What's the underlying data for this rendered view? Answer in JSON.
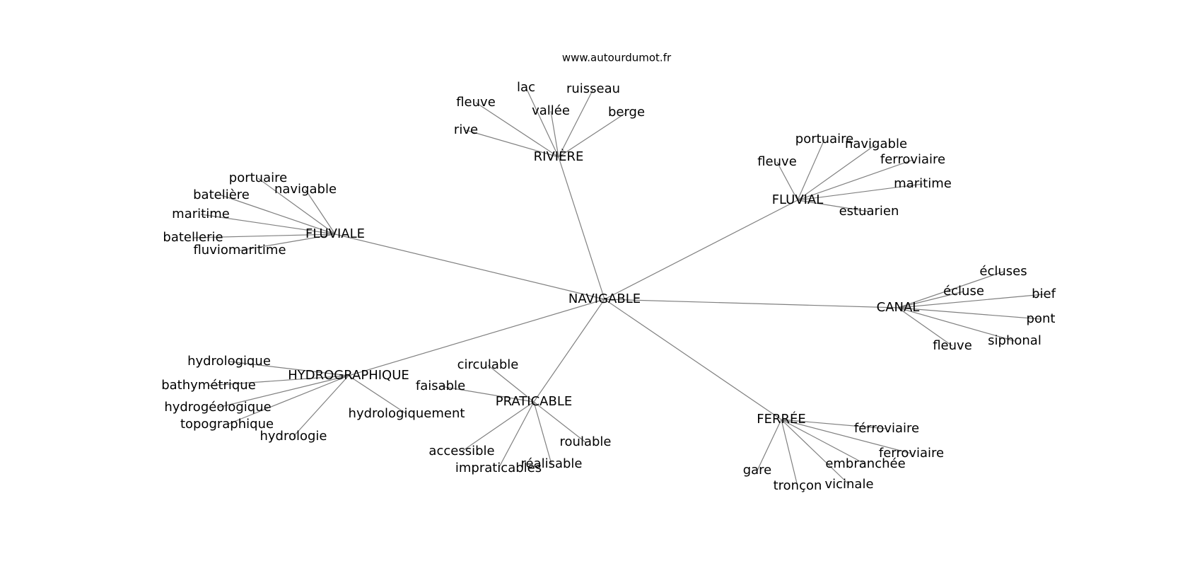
{
  "site": "www.autourdumot.fr",
  "colors": {
    "edge": "#808080",
    "text": "#000000",
    "background": "#ffffff"
  },
  "graph": {
    "center": "NAVIGABLE",
    "hubs": [
      {
        "label": "RIVIÈRE",
        "leaves": [
          "lac",
          "ruisseau",
          "fleuve",
          "vallée",
          "berge",
          "rive"
        ]
      },
      {
        "label": "FLUVIAL",
        "leaves": [
          "portuaire",
          "navigable",
          "fleuve",
          "ferroviaire",
          "maritime",
          "estuarien"
        ]
      },
      {
        "label": "FLUVIALE",
        "leaves": [
          "portuaire",
          "navigable",
          "batelière",
          "maritime",
          "batellerie",
          "fluviomaritime"
        ]
      },
      {
        "label": "CANAL",
        "leaves": [
          "écluses",
          "écluse",
          "bief",
          "pont",
          "siphonal",
          "fleuve"
        ]
      },
      {
        "label": "HYDROGRAPHIQUE",
        "leaves": [
          "hydrologique",
          "bathymétrique",
          "hydrogéologique",
          "topographique",
          "hydrologie",
          "hydrologiquement"
        ]
      },
      {
        "label": "PRATICABLE",
        "leaves": [
          "circulable",
          "faisable",
          "roulable",
          "accessible",
          "réalisable",
          "impraticables"
        ]
      },
      {
        "label": "FERRÉE",
        "leaves": [
          "férroviaire",
          "ferroviaire",
          "embranchée",
          "gare",
          "tronçon",
          "vicinale"
        ]
      }
    ]
  }
}
